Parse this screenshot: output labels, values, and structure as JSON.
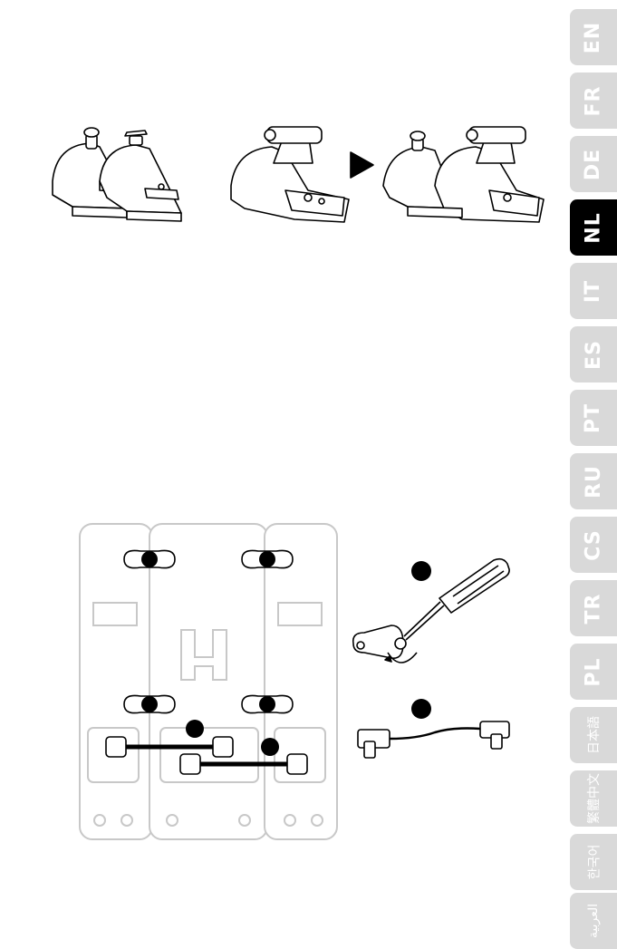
{
  "languages": [
    {
      "code": "EN",
      "active": false
    },
    {
      "code": "FR",
      "active": false
    },
    {
      "code": "DE",
      "active": false
    },
    {
      "code": "NL",
      "active": true
    },
    {
      "code": "IT",
      "active": false
    },
    {
      "code": "ES",
      "active": false
    },
    {
      "code": "PT",
      "active": false
    },
    {
      "code": "RU",
      "active": false
    },
    {
      "code": "CS",
      "active": false
    },
    {
      "code": "TR",
      "active": false
    },
    {
      "code": "PL",
      "active": false
    },
    {
      "code": "日本語",
      "active": false
    },
    {
      "code": "繁體中文",
      "active": false
    },
    {
      "code": "한국어",
      "active": false
    },
    {
      "code": "العربية",
      "active": false
    }
  ],
  "colors": {
    "tab_inactive": "#d9d9d9",
    "tab_active": "#000000",
    "tab_text": "#ffffff"
  },
  "icons": {
    "arrow": "right-arrow-icon",
    "screwdriver": "screwdriver-icon",
    "cable": "cable-icon"
  }
}
